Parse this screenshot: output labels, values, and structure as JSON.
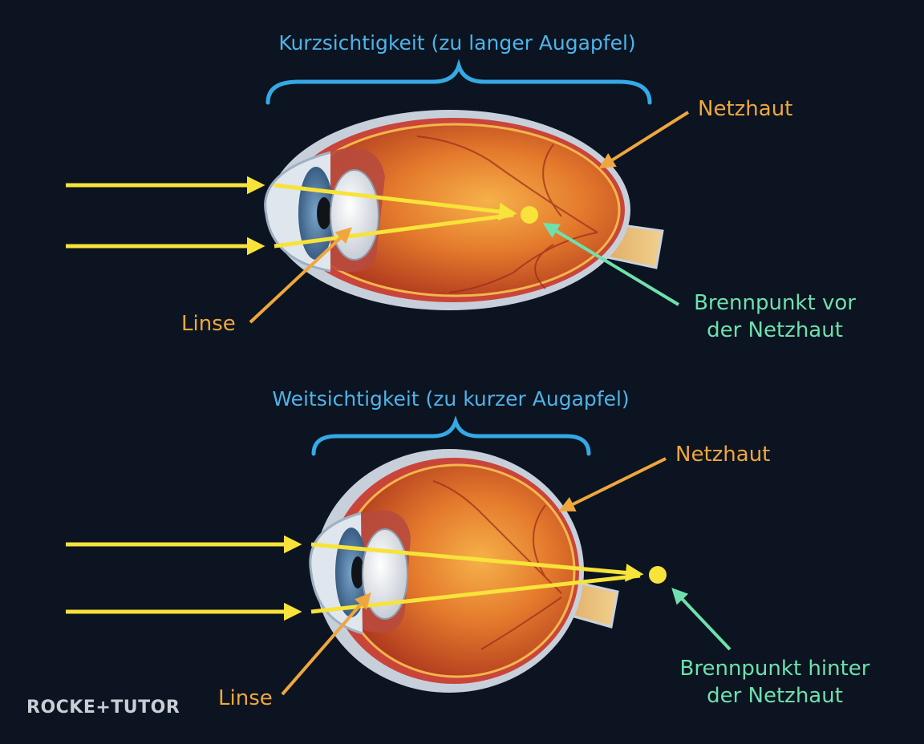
{
  "colors": {
    "background": "#0b1420",
    "title": "#4fb3e8",
    "brace": "#35a9e6",
    "label_orange": "#f0a63e",
    "label_green": "#6fe0ad",
    "ray": "#f7e33a",
    "logo": "#c9ced6"
  },
  "myopia": {
    "title": "Kurzsichtigkeit (zu langer Augapfel)",
    "retina_label": "Netzhaut",
    "lens_label": "Linse",
    "focus_label_line1": "Brennpunkt vor",
    "focus_label_line2": "der Netzhaut"
  },
  "hyperopia": {
    "title": "Weitsichtigkeit (zu kurzer Augapfel)",
    "retina_label": "Netzhaut",
    "lens_label": "Linse",
    "focus_label_line1": "Brennpunkt hinter",
    "focus_label_line2": "der Netzhaut"
  },
  "logo": {
    "text": "ROCKE+TUTOR"
  }
}
